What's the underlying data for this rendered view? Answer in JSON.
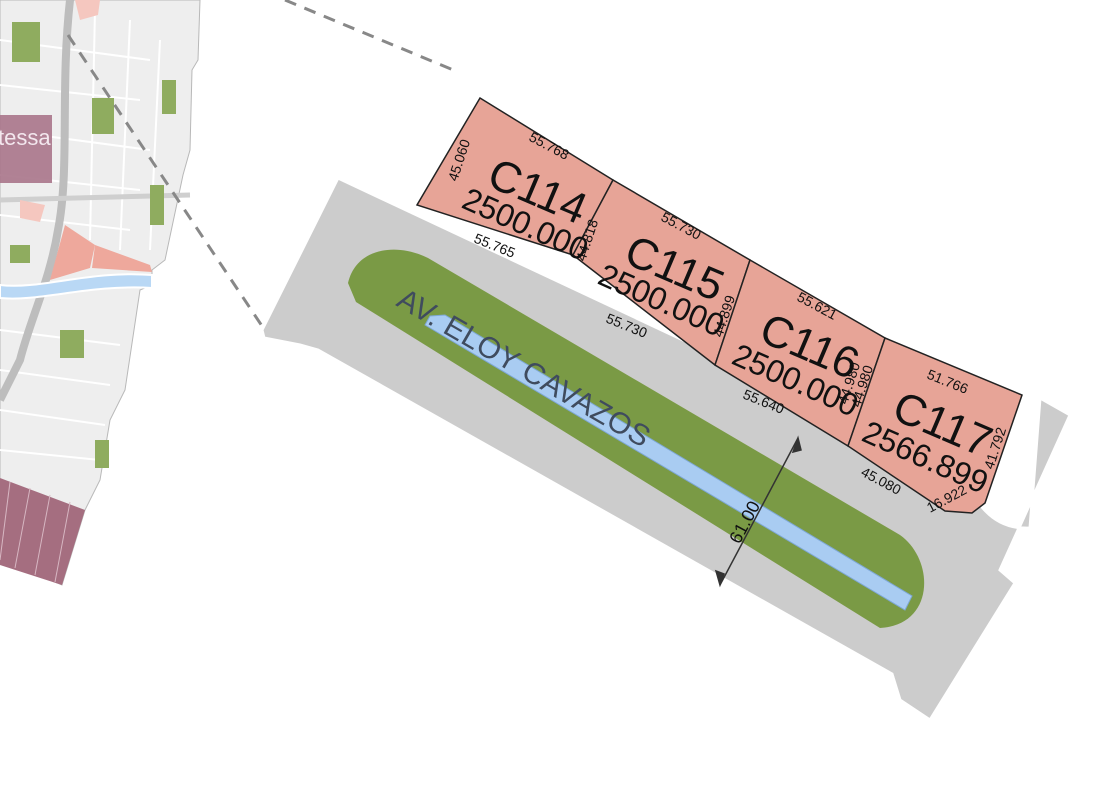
{
  "inset": {
    "label": "tessa"
  },
  "avenue": {
    "name": "AV. ELOY CAVAZOS",
    "width_label": "61.00"
  },
  "lots": [
    {
      "id": "C114",
      "area": "2500.000",
      "edges": {
        "top": "55.768",
        "bottom": "55.765",
        "left": "45.060"
      }
    },
    {
      "id": "C115",
      "area": "2500.000",
      "edges": {
        "top": "55.730",
        "bottom": "55.730",
        "left": "44.818"
      }
    },
    {
      "id": "C116",
      "area": "2500.000",
      "edges": {
        "top": "55.621",
        "bottom": "55.640",
        "left": "44.899",
        "right_a": "44.980",
        "right_b": "44.980"
      }
    },
    {
      "id": "C117",
      "area": "2566.899",
      "edges": {
        "top": "51.766",
        "bottom": "45.080",
        "right": "41.792",
        "corner": "16.922"
      }
    }
  ],
  "colors": {
    "lot_fill": "#e7a497",
    "road": "#cccccc",
    "median": "#7a9a45",
    "canal": "#a9ccf2",
    "inset_green": "#8fac5f",
    "inset_pink": "#eea89c"
  }
}
